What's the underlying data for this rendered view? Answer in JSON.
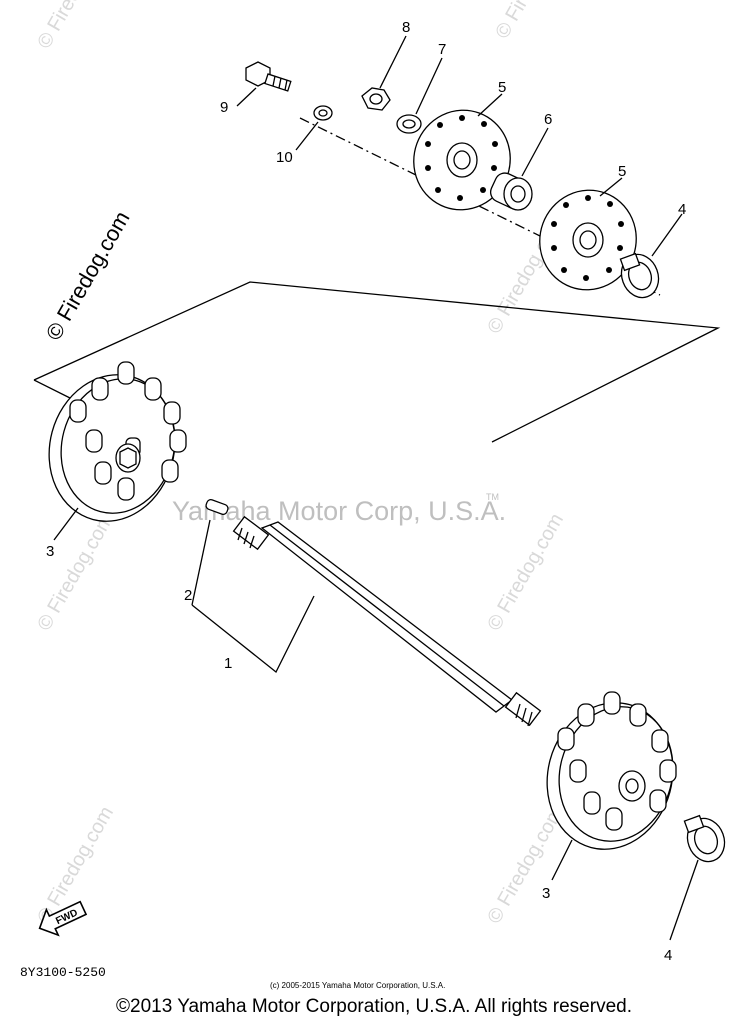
{
  "callouts": {
    "c1": "1",
    "c2": "2",
    "c3a": "3",
    "c3b": "3",
    "c4a": "4",
    "c4b": "4",
    "c5a": "5",
    "c5b": "5",
    "c6": "6",
    "c7": "7",
    "c8": "8",
    "c9": "9",
    "c10": "10"
  },
  "watermark": {
    "side": "© Firedog.com",
    "center": "Yamaha Motor Corp, U.S.A.",
    "trademark": "TM",
    "faint": "© Firedog.com"
  },
  "fwd_label": "FWD",
  "part_number": "8Y3100-5250",
  "small_copyright": "(c) 2005-2015 Yamaha Motor Corporation, U.S.A.",
  "footer": "©2013 Yamaha Motor Corporation, U.S.A. All rights reserved."
}
